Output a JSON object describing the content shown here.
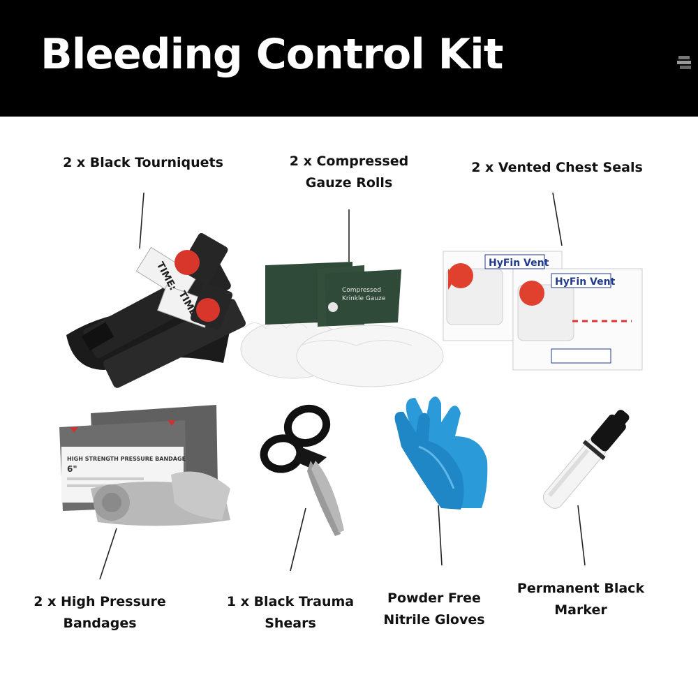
{
  "header": {
    "title": "Bleeding Control Kit",
    "background": "#000000",
    "text_color": "#ffffff"
  },
  "items": [
    {
      "id": "tourniquets",
      "lines": [
        "2 x Black Tourniquets"
      ],
      "icon": "tourniquet-icon",
      "marking": "TIME:"
    },
    {
      "id": "gauze",
      "lines": [
        "2 x Compressed",
        "Gauze Rolls"
      ],
      "icon": "gauze-roll-icon",
      "package_text": "Compressed Krinkle Gauze"
    },
    {
      "id": "chest-seals",
      "lines": [
        "2 x Vented Chest Seals"
      ],
      "icon": "chest-seal-icon",
      "package_text": "HyFin Vent"
    },
    {
      "id": "bandages",
      "lines": [
        "2 x High Pressure",
        "Bandages"
      ],
      "icon": "pressure-bandage-icon",
      "package_text": "HIGH STRENGTH PRESSURE BANDAGE"
    },
    {
      "id": "shears",
      "lines": [
        "1 x Black Trauma",
        "Shears"
      ],
      "icon": "trauma-shears-icon"
    },
    {
      "id": "gloves",
      "lines": [
        "Powder Free",
        "Nitrile Gloves"
      ],
      "icon": "nitrile-gloves-icon"
    },
    {
      "id": "marker",
      "lines": [
        "Permanent Black",
        "Marker"
      ],
      "icon": "marker-icon"
    }
  ],
  "colors": {
    "glove_blue": "#2b9ad8",
    "gauze_pack_green": "#2f4a38",
    "seal_red": "#e0412f"
  }
}
